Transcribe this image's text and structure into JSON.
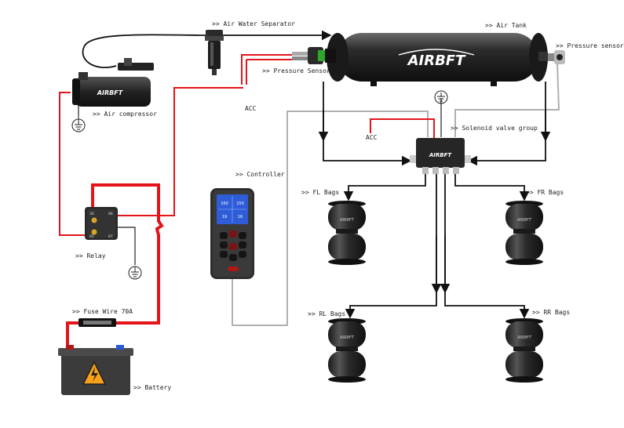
{
  "brand": "AIRBFT",
  "labels": {
    "air_water_separator": ">> Air Water Separator",
    "air_tank": ">> Air Tank",
    "pressure_sensor_tank": ">> Pressure sensor",
    "pressure_sensor_line": ">> Pressure Sensor",
    "air_compressor": ">> Air compressor",
    "acc_top": "ACC",
    "acc_solenoid": "ACC",
    "solenoid_valve_group": ">> Solenoid valve group",
    "controller": ">> Controller",
    "fl_bags": ">> FL Bags",
    "fr_bags": ">> FR Bags",
    "rl_bags": ">> RL Bags",
    "rr_bags": ">> RR Bags",
    "relay": ">> Relay",
    "fuse_wire": ">> Fuse Wire 70A",
    "battery": ">> Battery"
  },
  "relay_pins": {
    "top_left": "30",
    "top_right": "86",
    "bottom_left": "85",
    "bottom_right": "87"
  },
  "controller_screen": {
    "fl": "160",
    "fr": "150",
    "rl": "19",
    "rr": "16"
  },
  "colors": {
    "power_wire": "#e4141b",
    "air_line": "#111111",
    "signal_wire": "#b0b0b0",
    "device_body": "#2e2e2e",
    "screen": "#2f5dd8"
  }
}
